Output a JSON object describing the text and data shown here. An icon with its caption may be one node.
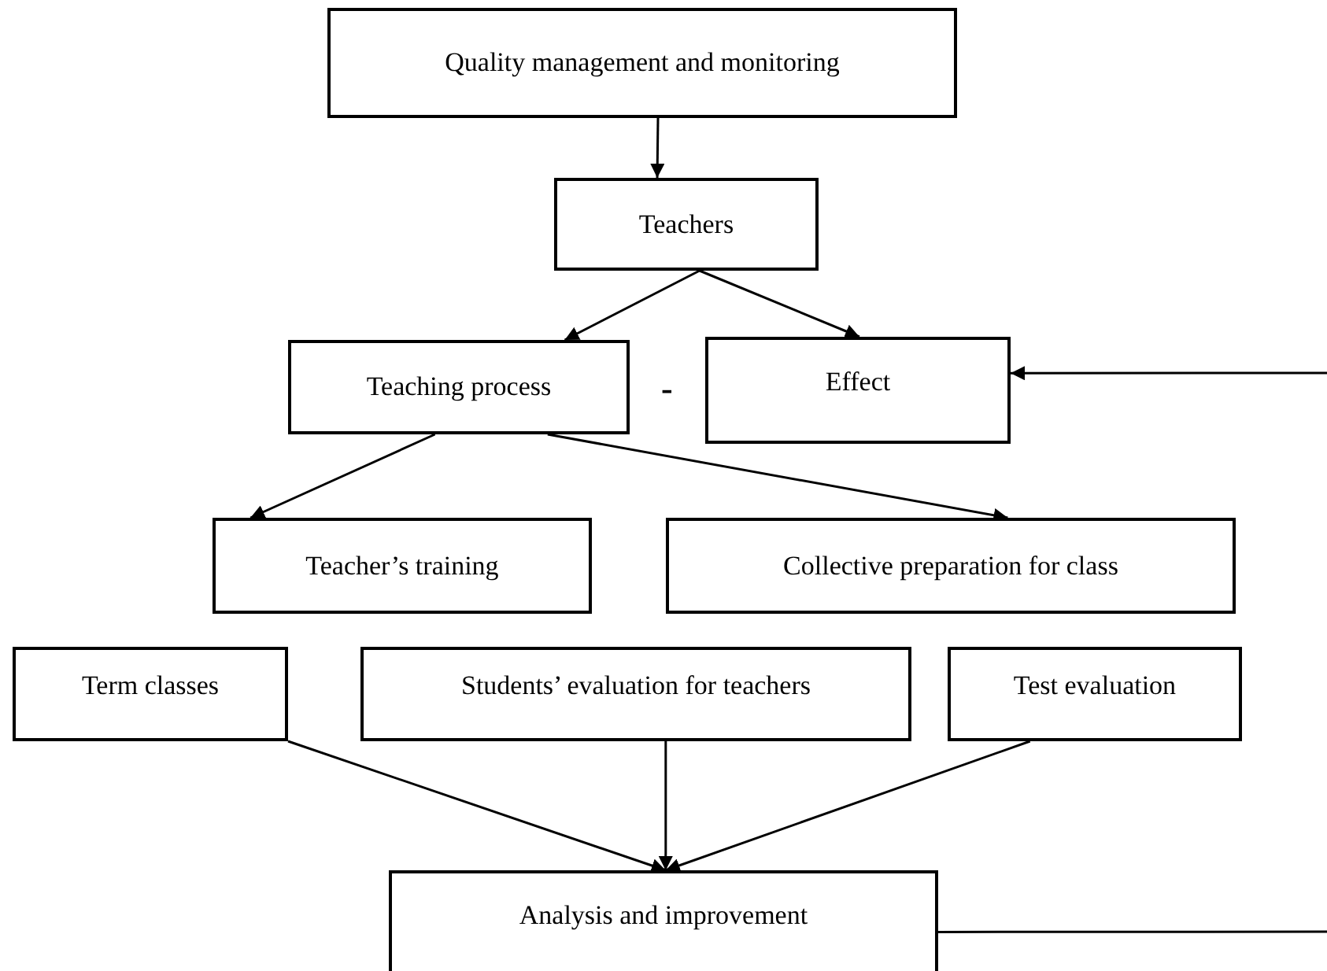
{
  "diagram": {
    "nodes": [
      {
        "text": [
          "Quality management and monitoring"
        ]
      },
      {
        "text": [
          "Teachers"
        ]
      },
      {
        "text": [
          "Teaching process"
        ]
      },
      {
        "text": [
          "Effect"
        ]
      },
      {
        "text": [
          "Teacher’s training"
        ]
      },
      {
        "text": [
          "Collective preparation for class"
        ]
      },
      {
        "text": [
          "Term classes"
        ]
      },
      {
        "text": [
          "Students’ evaluation for teachers"
        ]
      },
      {
        "text": [
          "Test evaluation"
        ]
      },
      {
        "text": [
          "Analysis and improvement"
        ]
      }
    ],
    "edges": [
      {
        "from": 0,
        "to": 1,
        "arrow": "to"
      },
      {
        "from": 1,
        "to": 2,
        "arrow": "to"
      },
      {
        "from": 1,
        "to": 3,
        "arrow": "to"
      },
      {
        "from": null,
        "to": 3,
        "arrow": "to"
      },
      {
        "from": 2,
        "to": 4,
        "arrow": "to"
      },
      {
        "from": 2,
        "to": 5,
        "arrow": "to"
      },
      {
        "from": 6,
        "to": 9,
        "arrow": "to"
      },
      {
        "from": 7,
        "to": 9,
        "arrow": "to"
      },
      {
        "from": 8,
        "to": 9,
        "arrow": "to"
      },
      {
        "from": 9,
        "to": null,
        "arrow": "none"
      }
    ],
    "labels": [
      "-"
    ]
  }
}
